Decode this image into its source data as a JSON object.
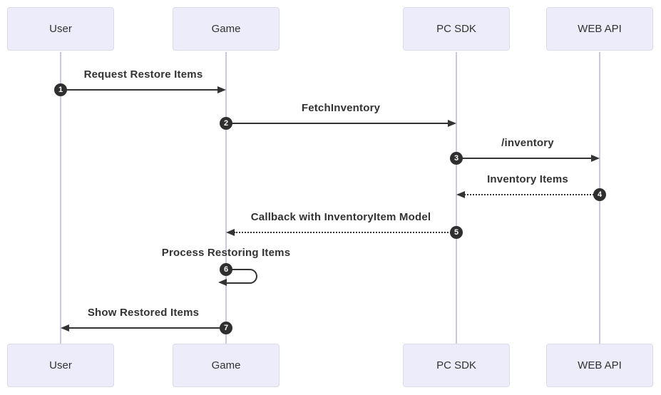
{
  "diagram": {
    "type": "sequence",
    "actors": [
      {
        "id": "user",
        "label": "User"
      },
      {
        "id": "game",
        "label": "Game"
      },
      {
        "id": "pcsdk",
        "label": "PC SDK"
      },
      {
        "id": "webapi",
        "label": "WEB API"
      }
    ],
    "messages": [
      {
        "num": "1",
        "label": "Request Restore Items",
        "from": "user",
        "to": "game",
        "line": "solid"
      },
      {
        "num": "2",
        "label": "FetchInventory",
        "from": "game",
        "to": "pcsdk",
        "line": "solid"
      },
      {
        "num": "3",
        "label": "/inventory",
        "from": "pcsdk",
        "to": "webapi",
        "line": "solid"
      },
      {
        "num": "4",
        "label": "Inventory Items",
        "from": "webapi",
        "to": "pcsdk",
        "line": "dotted"
      },
      {
        "num": "5",
        "label": "Callback with InventoryItem Model",
        "from": "pcsdk",
        "to": "game",
        "line": "dotted"
      },
      {
        "num": "6",
        "label": "Process Restoring Items",
        "from": "game",
        "to": "game",
        "line": "self"
      },
      {
        "num": "7",
        "label": "Show Restored Items",
        "from": "game",
        "to": "user",
        "line": "solid"
      }
    ],
    "colors": {
      "background": "#ffffff",
      "actor_fill": "#ECECFA",
      "actor_border": "#DCDCE8",
      "lifeline": "#C9C9E4",
      "line": "#333333",
      "text": "#333333",
      "number_bg": "#2F2F2F",
      "number_text": "#FFFFFF"
    }
  }
}
